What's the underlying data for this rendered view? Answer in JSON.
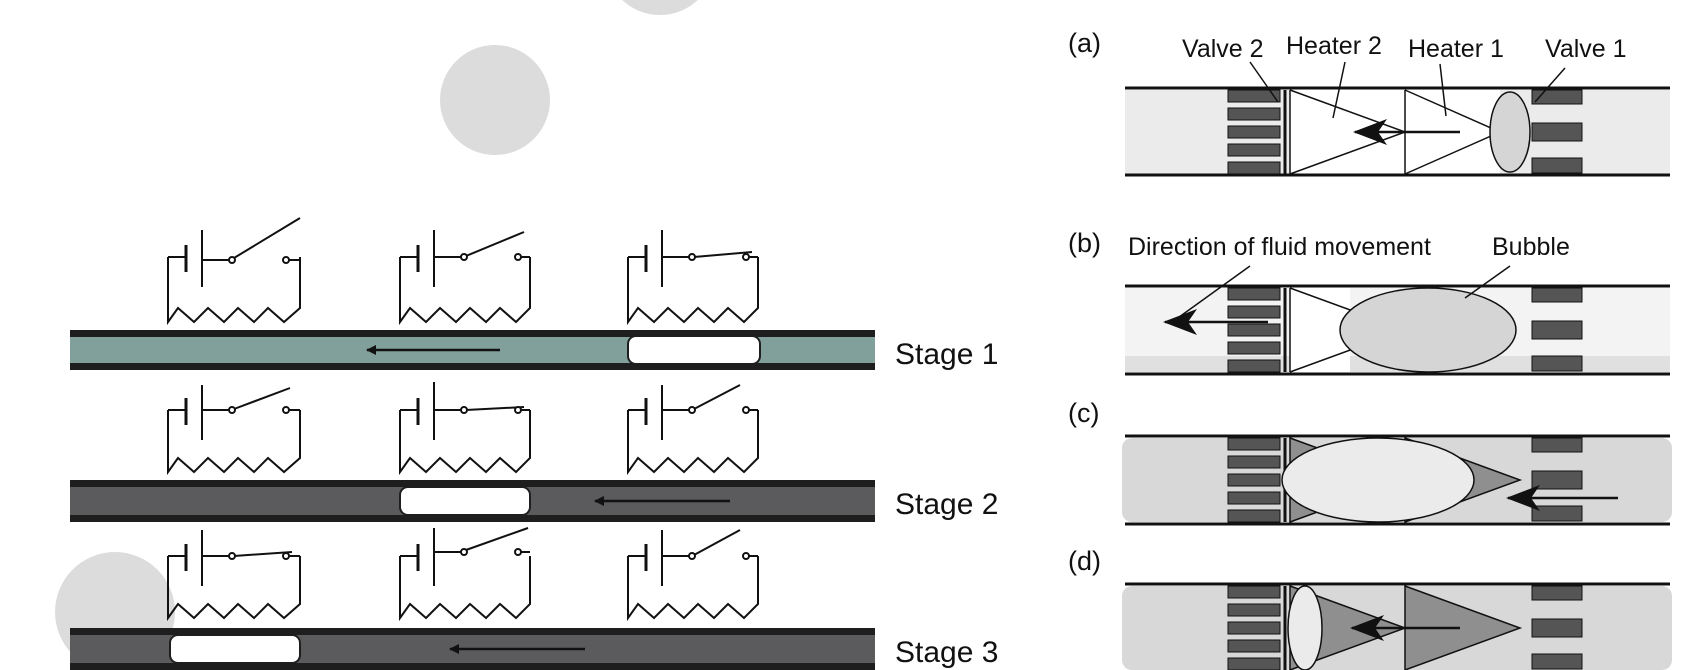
{
  "left": {
    "stages": [
      "Stage 1",
      "Stage 2",
      "Stage 3"
    ]
  },
  "right": {
    "panels": [
      "(a)",
      "(b)",
      "(c)",
      "(d)"
    ],
    "labels": {
      "valve2": "Valve 2",
      "heater2": "Heater 2",
      "heater1": "Heater 1",
      "valve1": "Valve 1",
      "direction": "Direction of fluid movement",
      "bubble": "Bubble"
    }
  },
  "colors": {
    "channel_liquid_stage1": "#82a09b",
    "channel_liquid_dark": "#5b5b5d",
    "wall": "#1e1e1e",
    "light_fill": "#ebebeb",
    "mid_fill": "#d5d5d5",
    "dark_fill": "#8f8f8f",
    "valve_bar": "#555555"
  }
}
